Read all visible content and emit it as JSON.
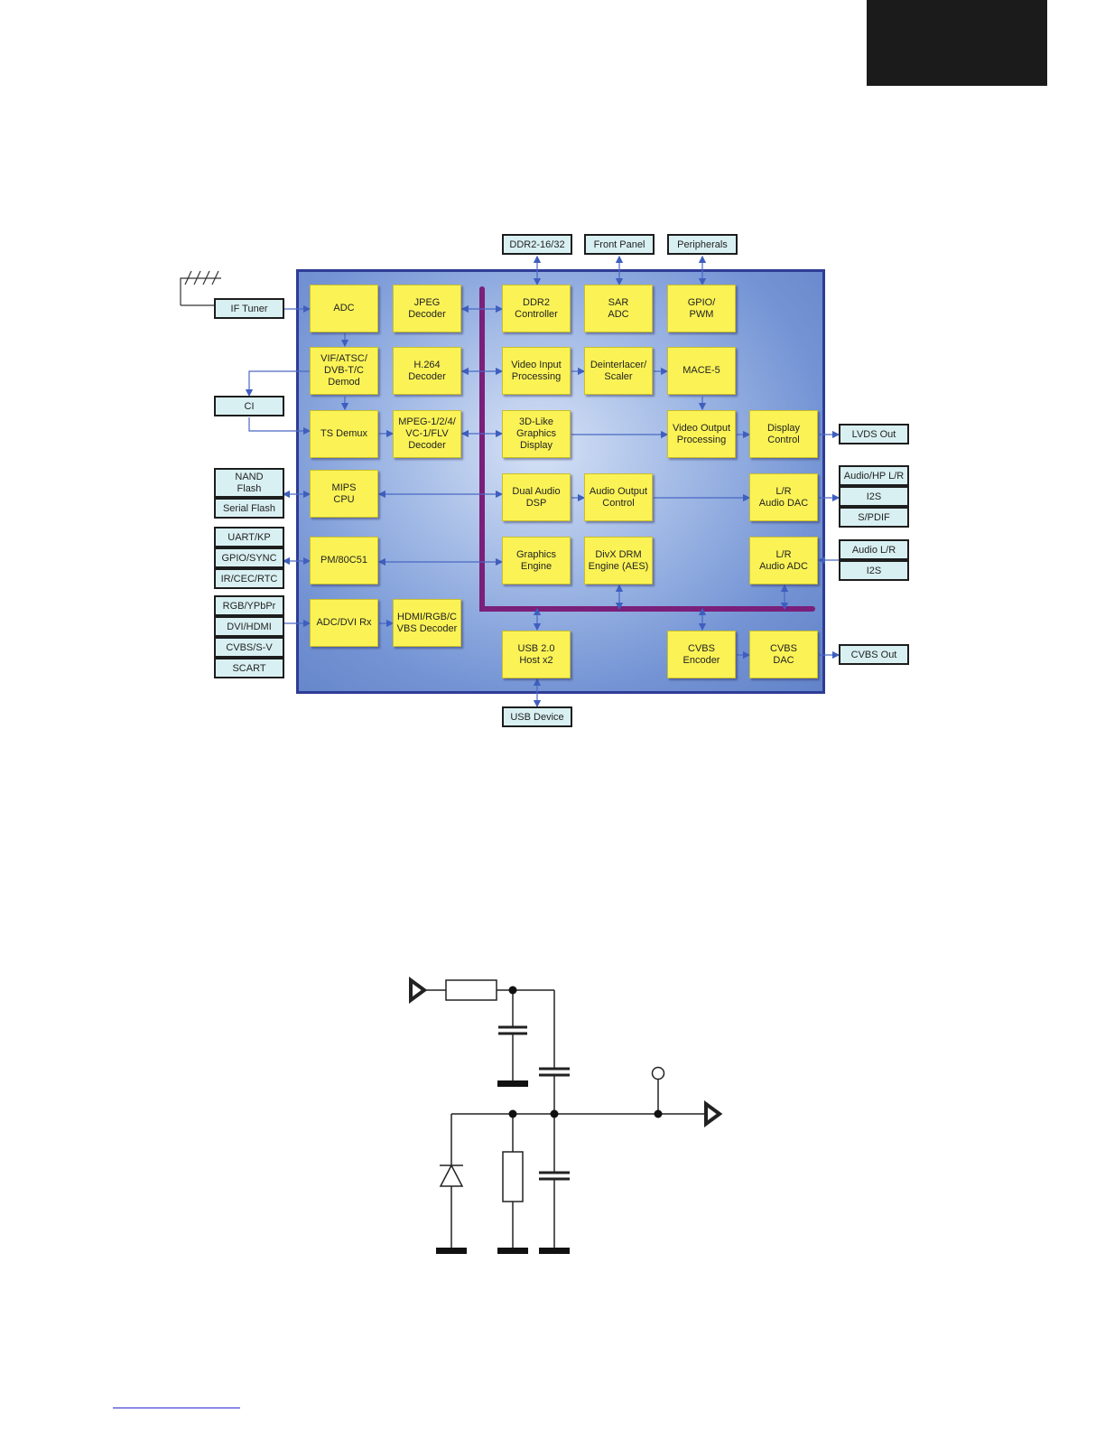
{
  "diagram": {
    "external_top": [
      "DDR2-16/32",
      "Front Panel",
      "Peripherals"
    ],
    "external_left": {
      "if_tuner": "IF Tuner",
      "ci": "CI",
      "nand_flash": "NAND\nFlash",
      "serial_flash": "Serial Flash",
      "uart_kp": "UART/KP",
      "gpio_sync": "GPIO/SYNC",
      "ir_cec_rtc": "IR/CEC/RTC",
      "rgb_ypbpr": "RGB/YPbPr",
      "dvi_hdmi": "DVI/HDMI",
      "cvbs_sv": "CVBS/S-V",
      "scart": "SCART"
    },
    "external_right": {
      "lvds_out": "LVDS Out",
      "audio_hp": "Audio/HP L/R",
      "i2s_out": "I2S",
      "spdif": "S/PDIF",
      "audio_lr": "Audio L/R",
      "i2s_in": "I2S",
      "cvbs_out": "CVBS Out"
    },
    "external_bottom": "USB Device",
    "blocks": {
      "adc": "ADC",
      "jpeg": "JPEG\nDecoder",
      "ddr2_ctrl": "DDR2\nController",
      "sar_adc": "SAR\nADC",
      "gpio_pwm": "GPIO/\nPWM",
      "vif": "VIF/ATSC/\nDVB-T/C\nDemod",
      "h264": "H.264\nDecoder",
      "video_input": "Video Input\nProcessing",
      "deinterlacer": "Deinterlacer/\nScaler",
      "mace": "MACE-5",
      "ts_demux": "TS Demux",
      "mpeg": "MPEG-1/2/4/\nVC-1/FLV\nDecoder",
      "graphics_3d": "3D-Like\nGraphics\nDisplay",
      "video_output": "Video Output\nProcessing",
      "display_ctrl": "Display\nControl",
      "mips": "MIPS\nCPU",
      "dual_audio": "Dual Audio\nDSP",
      "audio_output": "Audio Output\nControl",
      "audio_dac": "L/R\nAudio DAC",
      "pm": "PM/80C51",
      "graphics_engine": "Graphics\nEngine",
      "divx": "DivX DRM\nEngine (AES)",
      "audio_adc": "L/R\nAudio ADC",
      "adc_dvi": "ADC/DVI Rx",
      "hdmi_decoder": "HDMI/RGB/C\nVBS Decoder",
      "usb_host": "USB 2.0\nHost x2",
      "cvbs_encoder": "CVBS\nEncoder",
      "cvbs_dac": "CVBS\nDAC"
    }
  },
  "colors": {
    "chip_border": "#2e3c96",
    "chip_fill": "#8aa6dc",
    "block_fill": "#fbf356",
    "bus": "#7a1f7a",
    "arrow": "#3f5fbf",
    "external_fill": "#d9f0f2"
  }
}
